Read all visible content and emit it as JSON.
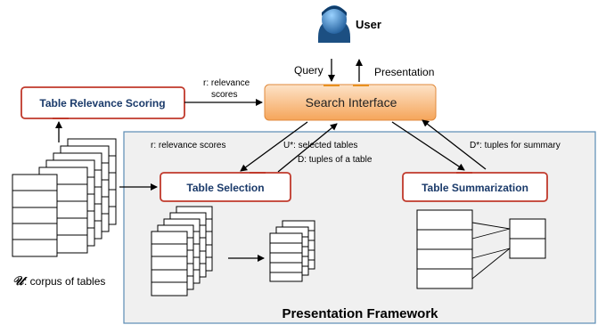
{
  "user": {
    "label": "User",
    "icon": "user-silhouette-icon"
  },
  "query_label": "Query",
  "presentation_label": "Presentation",
  "search_interface": {
    "label": "Search Interface"
  },
  "table_relevance_scoring": {
    "label": "Table Relevance Scoring"
  },
  "relevance_scores_top": {
    "line1": "r: relevance",
    "line2": "scores"
  },
  "relevance_scores_inner": "r: relevance scores",
  "selected_tables": "U*: selected tables",
  "tuples_of_table": "D: tuples of a table",
  "tuples_for_summary": "D*: tuples for summary",
  "table_selection": {
    "label": "Table Selection"
  },
  "table_summarization": {
    "label": "Table Summarization"
  },
  "corpus": {
    "symbol": "𝒰",
    "label": ": corpus of tables"
  },
  "framework_title": "Presentation Framework",
  "colors": {
    "box_border": "#c0392b",
    "framework_fill": "#f0f0f0",
    "framework_border": "#5b8bb5",
    "search_fill_top": "#fde3c8",
    "search_fill_bottom": "#f5a55a",
    "search_border": "#e08a3c",
    "accent_orange": "#e8901f",
    "accent_blue": "#4a7ab5"
  }
}
